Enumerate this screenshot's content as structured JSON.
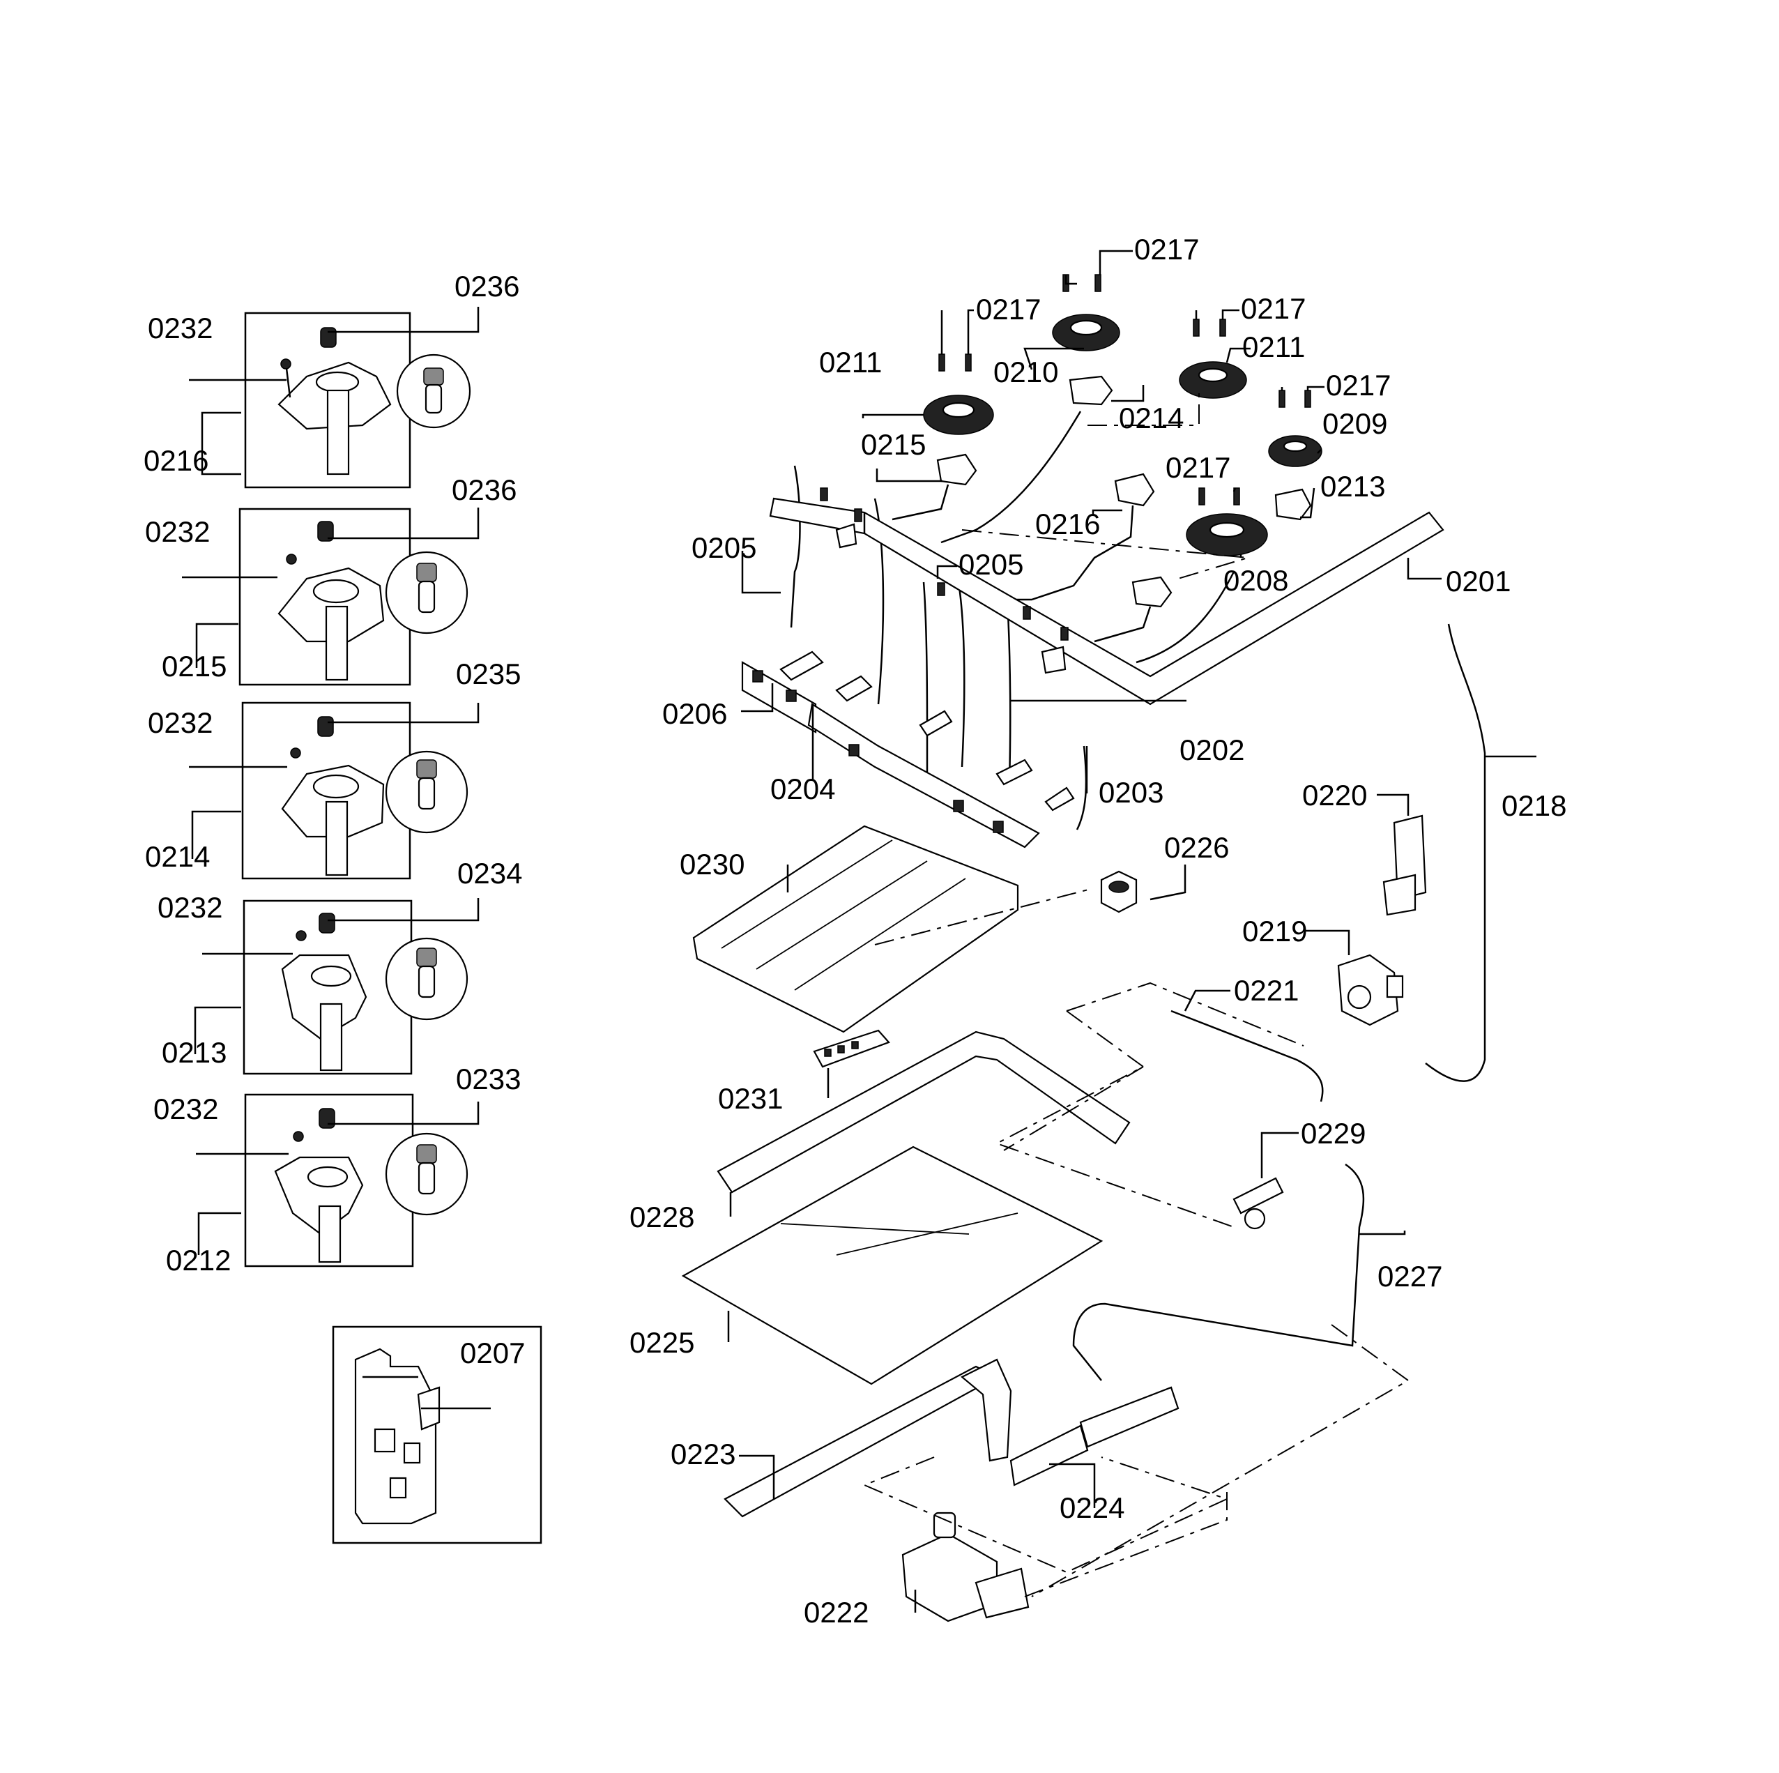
{
  "labels": {
    "inset_0216": [
      "0236",
      "0232",
      "0216"
    ],
    "inset_0215": [
      "0236",
      "0232",
      "0215"
    ],
    "inset_0214": [
      "0235",
      "0232",
      "0214"
    ],
    "inset_0213": [
      "0234",
      "0232",
      "0213"
    ],
    "inset_0212": [
      "0233",
      "0232",
      "0212"
    ],
    "inset_0207": [
      "0207"
    ],
    "main": [
      "0217",
      "0217",
      "0217",
      "0217",
      "0217",
      "0211",
      "0211",
      "0210",
      "0214",
      "0209",
      "0215",
      "0213",
      "0216",
      "0208",
      "0205",
      "0205",
      "0201",
      "0206",
      "0204",
      "0202",
      "0203",
      "0218",
      "0220",
      "0230",
      "0226",
      "0219",
      "0221",
      "0231",
      "0229",
      "0228",
      "0227",
      "0225",
      "0223",
      "0224",
      "0222"
    ]
  }
}
